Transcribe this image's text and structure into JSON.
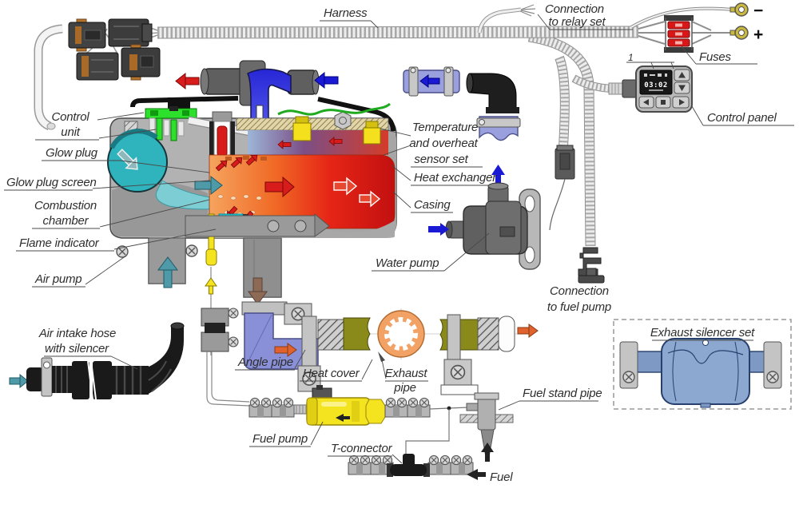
{
  "labels": {
    "harness": {
      "text": "Harness"
    },
    "relay": {
      "line1": "Connection",
      "line2": "to relay set"
    },
    "fuses": {
      "text": "Fuses"
    },
    "control_panel": {
      "text": "Control panel"
    },
    "callout_1": {
      "text": "1"
    },
    "control_unit": {
      "line1": "Control",
      "line2": "unit"
    },
    "glow_plug": {
      "text": "Glow plug"
    },
    "glow_plug_screen": {
      "text": "Glow plug screen"
    },
    "combustion_chamber": {
      "line1": "Combustion",
      "line2": "chamber"
    },
    "flame_indicator": {
      "text": "Flame indicator"
    },
    "air_pump": {
      "text": "Air pump"
    },
    "air_intake": {
      "line1": "Air intake hose",
      "line2": "with silencer"
    },
    "temp_sensor": {
      "line1": "Temperature",
      "line2": "and overheat",
      "line3": "sensor set"
    },
    "heat_exchanger": {
      "text": "Heat exchanger"
    },
    "casing": {
      "text": "Casing"
    },
    "water_pump": {
      "text": "Water pump"
    },
    "conn_fuel_pump": {
      "line1": "Connection",
      "line2": "to fuel pump"
    },
    "angle_pipe": {
      "text": "Angle pipe"
    },
    "heat_cover": {
      "text": "Heat cover"
    },
    "exhaust_pipe": {
      "line1": "Exhaust",
      "line2": "pipe"
    },
    "exhaust_silencer": {
      "text": "Exhaust silencer set"
    },
    "fuel_stand_pipe": {
      "text": "Fuel stand pipe"
    },
    "fuel_pump": {
      "text": "Fuel pump"
    },
    "t_connector": {
      "text": "T-connector"
    },
    "fuel": {
      "text": "Fuel"
    }
  },
  "terminals": {
    "minus": "−",
    "plus": "+"
  },
  "control_panel": {
    "display_time": "03:02"
  },
  "icons": {
    "coolant_out_arrow": "red-left",
    "coolant_in_arrow": "blue-left",
    "water_flow_arrows": "blue",
    "combustion_flow_arrows": "red-right",
    "air_intake_arrow": "teal-right",
    "air_up_arrow": "teal-up",
    "exhaust_down_arrow": "brown-down",
    "exhaust_out_arrow": "orange-right",
    "fuel_in_arrow": "black-left",
    "fuel_up_arrow": "black-up"
  },
  "colors": {
    "casing_gray": "#b2b2b2",
    "fan_teal": "#2fb3bd",
    "pcb_green": "#27e427",
    "combustion_orange": "#f49b52",
    "heat_red": "#e41e14",
    "water_blue": "#2726d6",
    "pipe_purple": "#8a90d8",
    "exhaust_olive": "#8a8a1a",
    "ring_orange": "#f2a264",
    "fuel_yellow": "#f4e41f",
    "flame_cyan": "#17d8e8",
    "fuse_red": "#d81818",
    "muffler_blue": "#8ca8d0"
  }
}
